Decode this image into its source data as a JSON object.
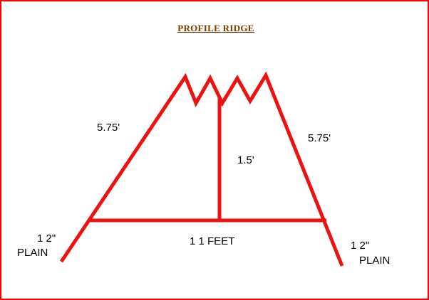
{
  "title": "PROFILE  RIDGE",
  "colors": {
    "border": "#ff0000",
    "line": "#ee1111",
    "title": "#7a3d00",
    "text": "#000000"
  },
  "labels": {
    "left_slope": "5.75'",
    "right_slope": "5.75'",
    "height": "1.5'",
    "base": "1 1  FEET",
    "left_end_size": "1 2\"",
    "left_end_type": "PLAIN",
    "right_end_size": "1 2\"",
    "right_end_type": "PLAIN"
  }
}
